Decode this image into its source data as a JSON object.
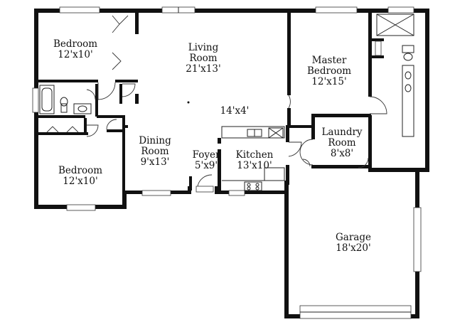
{
  "rooms": {
    "bedroom_top": {
      "name": "Bedroom",
      "size": "12'x10'"
    },
    "bedroom_bottom": {
      "name": "Bedroom",
      "size": "12'x10'"
    },
    "living_room": {
      "name_line1": "Living",
      "name_line2": "Room",
      "size": "21'x13'"
    },
    "master_bedroom": {
      "name_line1": "Master",
      "name_line2": "Bedroom",
      "size": "12'x15'"
    },
    "hall": {
      "size": "14'x4'"
    },
    "laundry_room": {
      "name_line1": "Laundry",
      "name_line2": "Room",
      "size": "8'x8'"
    },
    "dining_room": {
      "name_line1": "Dining",
      "name_line2": "Room",
      "size": "9'x13'"
    },
    "foyer": {
      "name": "Foyer",
      "size": "5'x9'"
    },
    "kitchen": {
      "name": "Kitchen",
      "size": "13'x10'"
    },
    "garage": {
      "name": "Garage",
      "size": "18'x20'"
    }
  },
  "colors": {
    "wall": "#111111",
    "background": "#ffffff",
    "fixture": "#333333"
  }
}
